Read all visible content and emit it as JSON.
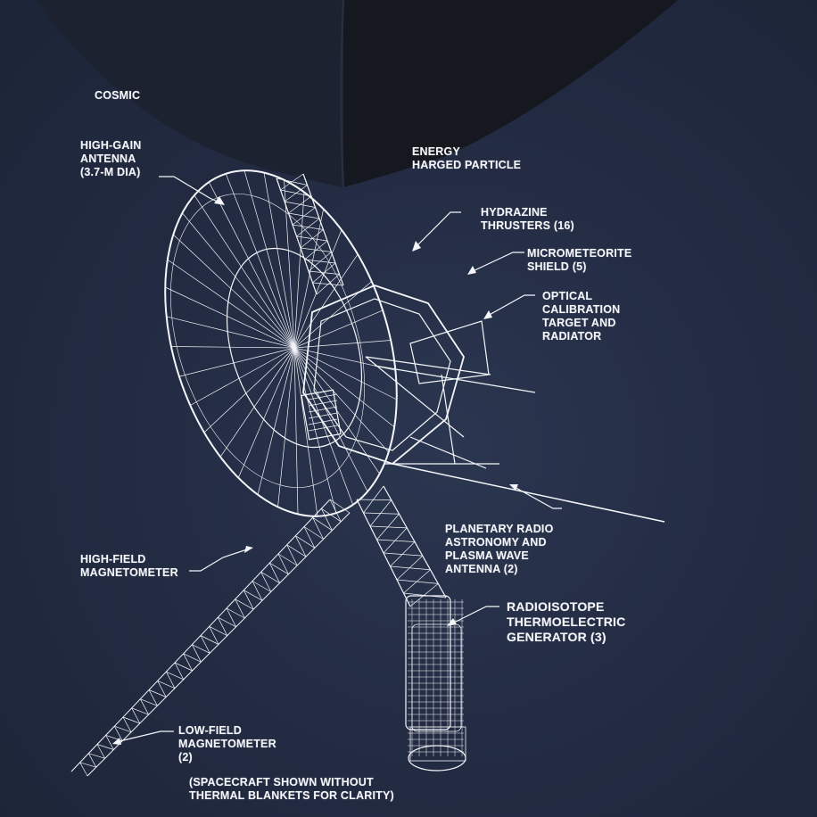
{
  "labels": {
    "cosmic": "COSMIC",
    "low_energy": "ENERGY\nHARGED PARTICLE",
    "high_gain_antenna": "HIGH-GAIN\nANTENNA\n(3.7-m DIA)",
    "hydrazine_thrusters": "HYDRAZINE\nTHRUSTERS (16)",
    "micrometeorite_shield": "MICROMETEORITE\nSHIELD (5)",
    "optical_calibration": "OPTICAL\nCALIBRATION\nTARGET AND\nRADIATOR",
    "planetary_radio": "PLANETARY RADIO\nASTRONOMY AND\nPLASMA WAVE\nANTENNA (2)",
    "high_field_magnetometer": "HIGH-FIELD\nMAGNETOMETER",
    "rtg": "RADIOISOTOPE\nTHERMOELECTRIC\nGENERATOR (3)",
    "low_field_magnetometer": "LOW-FIELD\nMAGNETOMETER\n(2)",
    "caption": "(SPACECRAFT SHOWN WITHOUT\nTHERMAL BLANKETS FOR CLARITY)"
  },
  "colors": {
    "background": "#232c43",
    "line": "#f4f6fa",
    "dark_overlay": "#15181f"
  }
}
